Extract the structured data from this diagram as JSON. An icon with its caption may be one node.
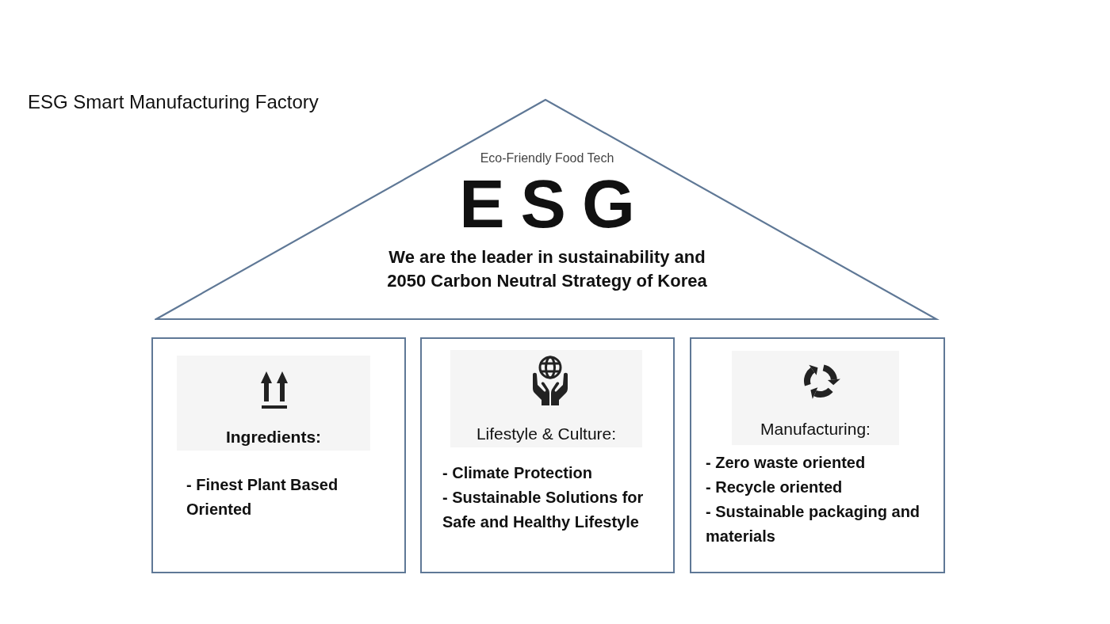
{
  "diagram": {
    "title": "ESG Smart Manufacturing Factory",
    "nodes": [
      {
        "text": [
          "Eco-Friendly Food Tech",
          "ESG",
          "We are the leader in sustainability and 2050 Carbon Neutral Strategy of Korea"
        ]
      },
      {
        "text": [
          "Ingredients:",
          "- Finest Plant Based Oriented"
        ]
      },
      {
        "text": [
          "Lifestyle & Culture:",
          "- Climate Protection",
          "- Sustainable Solutions for Safe and Healthy Lifestyle"
        ]
      },
      {
        "text": [
          "Manufacturing:",
          "- Zero waste oriented",
          "- Recycle oriented",
          "- Sustainable packaging and materials"
        ]
      }
    ]
  }
}
